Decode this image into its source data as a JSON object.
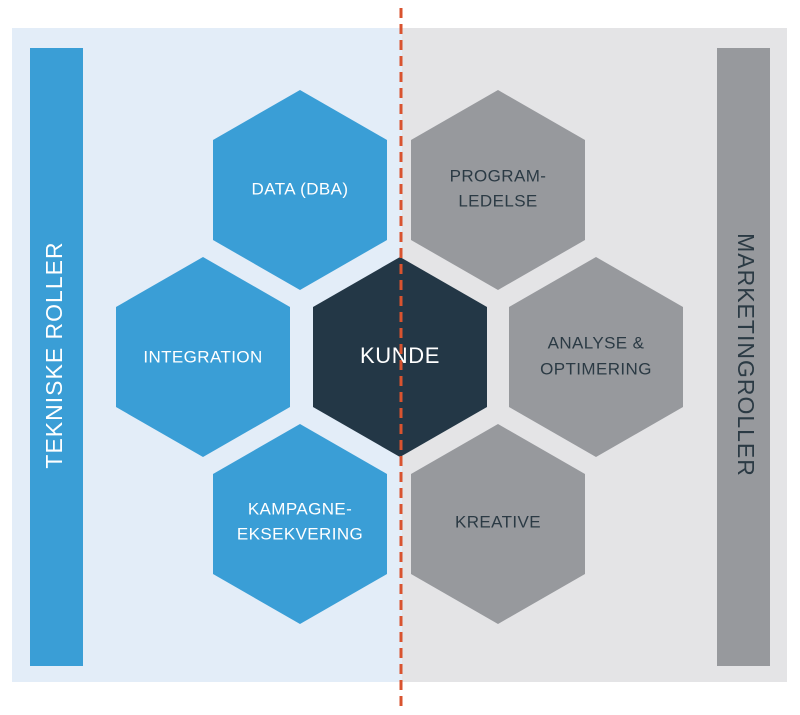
{
  "colors": {
    "left_panel": "#e3edf8",
    "right_panel": "#e4e4e6",
    "blue": "#3a9ed6",
    "gray": "#97999d",
    "dark": "#233746",
    "divider": "#d9532f",
    "text_light": "#ffffff",
    "text_dark": "#2b3a44"
  },
  "left_bar": {
    "label": "TEKNISKE ROLLER"
  },
  "right_bar": {
    "label": "MARKETINGROLLER"
  },
  "center_hex": {
    "label": "KUNDE"
  },
  "hexagons": {
    "data": {
      "lines": [
        "DATA (DBA)"
      ]
    },
    "integration": {
      "lines": [
        "INTEGRATION"
      ]
    },
    "kampagne": {
      "lines": [
        "KAMPAGNE-",
        "EKSEKVERING"
      ]
    },
    "program": {
      "lines": [
        "PROGRAM-",
        "LEDELSE"
      ]
    },
    "analyse": {
      "lines": [
        "ANALYSE &",
        "OPTIMERING"
      ]
    },
    "kreative": {
      "lines": [
        "KREATIVE"
      ]
    }
  }
}
